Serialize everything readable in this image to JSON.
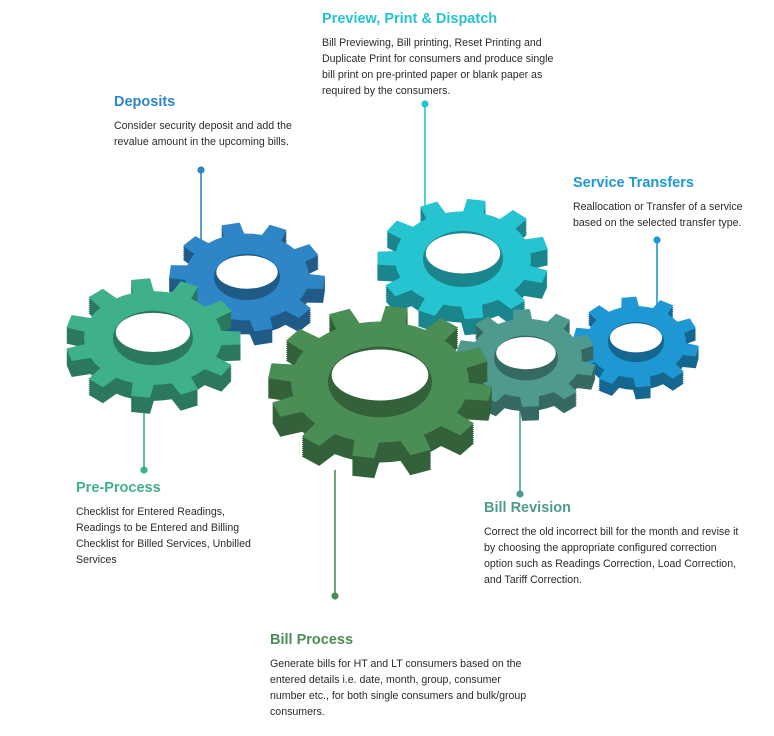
{
  "colors": {
    "preview": "#26c3d0",
    "deposits": "#2f86c6",
    "service": "#1f97d3",
    "pre_process": "#3eb08a",
    "bill_revision": "#4e9a8f",
    "bill_process": "#4b8e55",
    "body_text": "#2b2b2b"
  },
  "blocks": {
    "preview": {
      "title": "Preview, Print & Dispatch",
      "text": "Bill Previewing, Bill printing, Reset Printing and Duplicate Print for consumers and produce single bill print on pre-printed paper or blank paper as required by the consumers."
    },
    "deposits": {
      "title": "Deposits",
      "text": "Consider security deposit and add the revalue amount in the upcoming bills."
    },
    "service": {
      "title": "Service Transfers",
      "text": "Reallocation or Transfer of a service based on the selected transfer type."
    },
    "pre_process": {
      "title": "Pre-Process",
      "text": "Checklist for Entered Readings, Readings to be Entered and Billing Checklist for Billed Services, Unbilled Services"
    },
    "bill_revision": {
      "title": "Bill Revision",
      "text": "Correct the old incorrect bill for the month and revise it by choosing the appropriate configured correction option such as Readings Correction, Load Correction, and Tariff Correction."
    },
    "bill_process": {
      "title": "Bill Process",
      "text": "Generate bills for HT and LT consumers based on the entered details i.e. date, month, group, consumer number etc., for both single consumers and bulk/group consumers."
    }
  }
}
